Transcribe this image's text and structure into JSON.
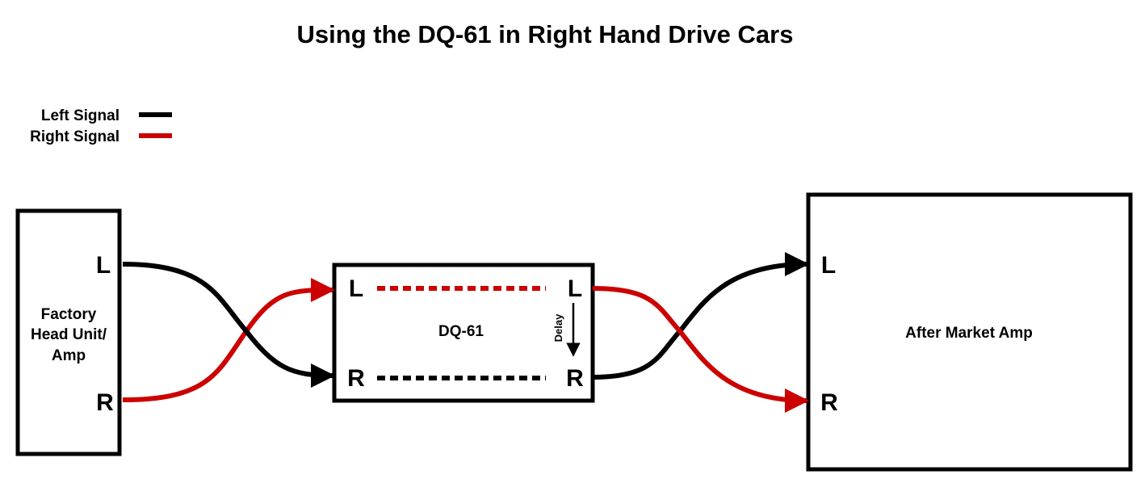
{
  "title": "Using the DQ-61 in Right Hand Drive Cars",
  "colors": {
    "left_signal": "#000000",
    "right_signal": "#cc0000"
  },
  "legend": {
    "left_label": "Left Signal",
    "right_label": "Right Signal"
  },
  "factory": {
    "label_lines": [
      "Factory",
      "Head Unit/",
      "Amp"
    ],
    "port_l": "L",
    "port_r": "R"
  },
  "dq61": {
    "label": "DQ-61",
    "in_l": "L",
    "in_r": "R",
    "out_l": "L",
    "out_r": "R",
    "delay_label": "Delay"
  },
  "amp": {
    "label": "After  Market Amp",
    "port_l": "L",
    "port_r": "R"
  }
}
